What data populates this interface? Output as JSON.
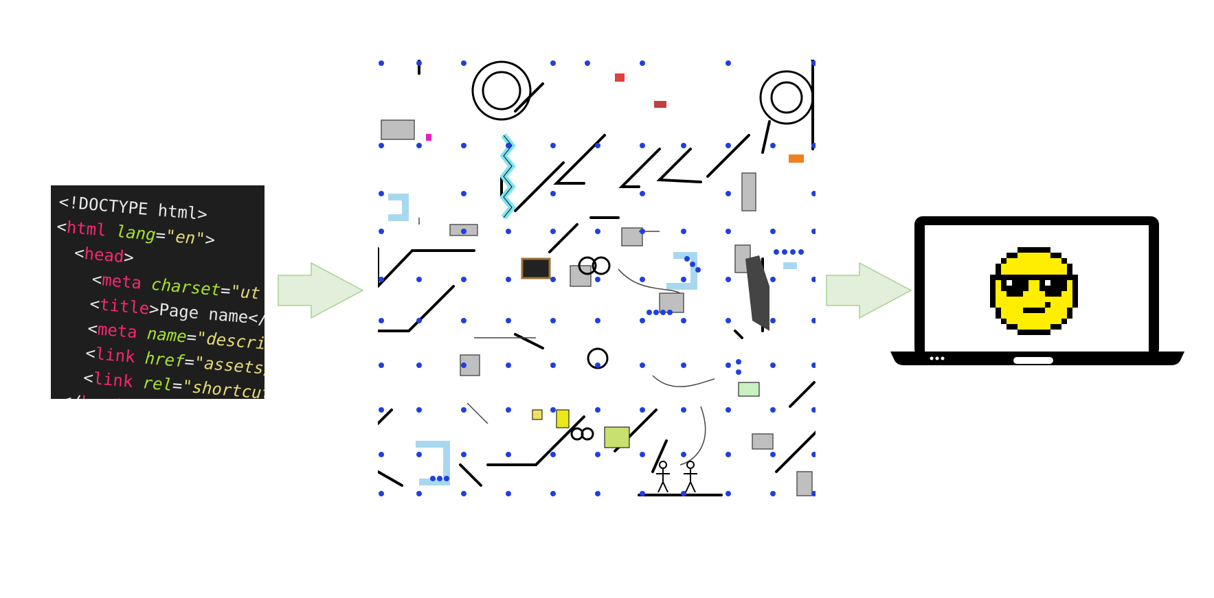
{
  "code_snippet": {
    "lines": [
      [
        {
          "t": "<!DOCTYPE html>",
          "c": "text"
        }
      ],
      [
        {
          "t": "<",
          "c": "punct"
        },
        {
          "t": "html",
          "c": "tag"
        },
        {
          "t": " lang",
          "c": "attr"
        },
        {
          "t": "=",
          "c": "punct"
        },
        {
          "t": "\"en\"",
          "c": "str"
        },
        {
          "t": ">",
          "c": "punct"
        }
      ],
      [
        {
          "t": "  <",
          "c": "punct"
        },
        {
          "t": "head",
          "c": "tag"
        },
        {
          "t": ">",
          "c": "punct"
        }
      ],
      [
        {
          "t": "    <",
          "c": "punct"
        },
        {
          "t": "meta",
          "c": "tag"
        },
        {
          "t": " charset",
          "c": "attr"
        },
        {
          "t": "=",
          "c": "punct"
        },
        {
          "t": "\"ut",
          "c": "str"
        }
      ],
      [
        {
          "t": "    <",
          "c": "punct"
        },
        {
          "t": "title",
          "c": "tag"
        },
        {
          "t": ">Page name</",
          "c": "text"
        }
      ],
      [
        {
          "t": "    <",
          "c": "punct"
        },
        {
          "t": "meta",
          "c": "tag"
        },
        {
          "t": " name",
          "c": "attr"
        },
        {
          "t": "=",
          "c": "punct"
        },
        {
          "t": "\"descri",
          "c": "str"
        }
      ],
      [
        {
          "t": "    <",
          "c": "punct"
        },
        {
          "t": "link",
          "c": "tag"
        },
        {
          "t": " href",
          "c": "attr"
        },
        {
          "t": "=",
          "c": "punct"
        },
        {
          "t": "\"assets/",
          "c": "str"
        }
      ],
      [
        {
          "t": "    <",
          "c": "punct"
        },
        {
          "t": "link",
          "c": "tag"
        },
        {
          "t": " rel",
          "c": "attr"
        },
        {
          "t": "=",
          "c": "punct"
        },
        {
          "t": "\"shortcut",
          "c": "str"
        }
      ],
      [
        {
          "t": "  </",
          "c": "punct"
        },
        {
          "t": "head",
          "c": "tag"
        },
        {
          "t": ">",
          "c": "punct"
        }
      ]
    ]
  },
  "colors": {
    "arrow_fill": "#e2efda",
    "arrow_stroke": "#a9d18e",
    "code_bg": "#1e1e1e",
    "connector_dot": "#1f3fe0",
    "smiley_yellow": "#ffee00",
    "laptop": "#000000"
  },
  "icons": {
    "code": "html-code-icon",
    "arrow": "right-arrow-icon",
    "diagram": "rube-goldberg-machine-icon",
    "laptop": "laptop-icon",
    "smiley": "cool-smiley-icon"
  }
}
